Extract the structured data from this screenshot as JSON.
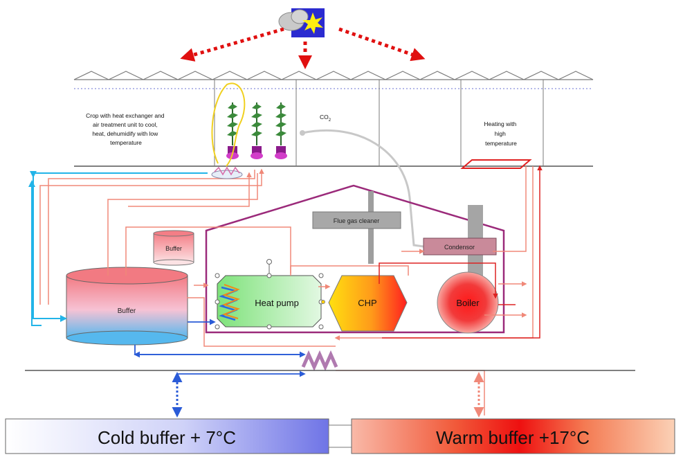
{
  "labels": {
    "crop": [
      "Crop with heat exchanger and",
      "air treatment unit to cool,",
      "heat, dehumidify with low",
      "temperature"
    ],
    "co2": "CO",
    "co2_sub": "2",
    "heating": [
      "Heating with",
      "high",
      "temperature"
    ],
    "flue_gas_cleaner": "Flue gas cleaner",
    "condensor": "Condensor",
    "buffer_small": "Buffer",
    "buffer_large": "Buffer",
    "heat_pump": "Heat pump",
    "chp": "CHP",
    "boiler": "Boiler",
    "cold_buffer": "Cold buffer + 7°C",
    "warm_buffer": "Warm buffer +17°C"
  },
  "colors": {
    "warm_line": "#f08878",
    "dark_red_line": "#dd2222",
    "cold_line": "#2a5bd7",
    "cyan_line": "#22b4e8",
    "building": "#9b2a7a",
    "sun_arrows": "#e01010"
  },
  "icons": {
    "weather": "sun-cloud-icon",
    "plants": "plant-icon",
    "heat_exchanger": "coil-icon"
  }
}
